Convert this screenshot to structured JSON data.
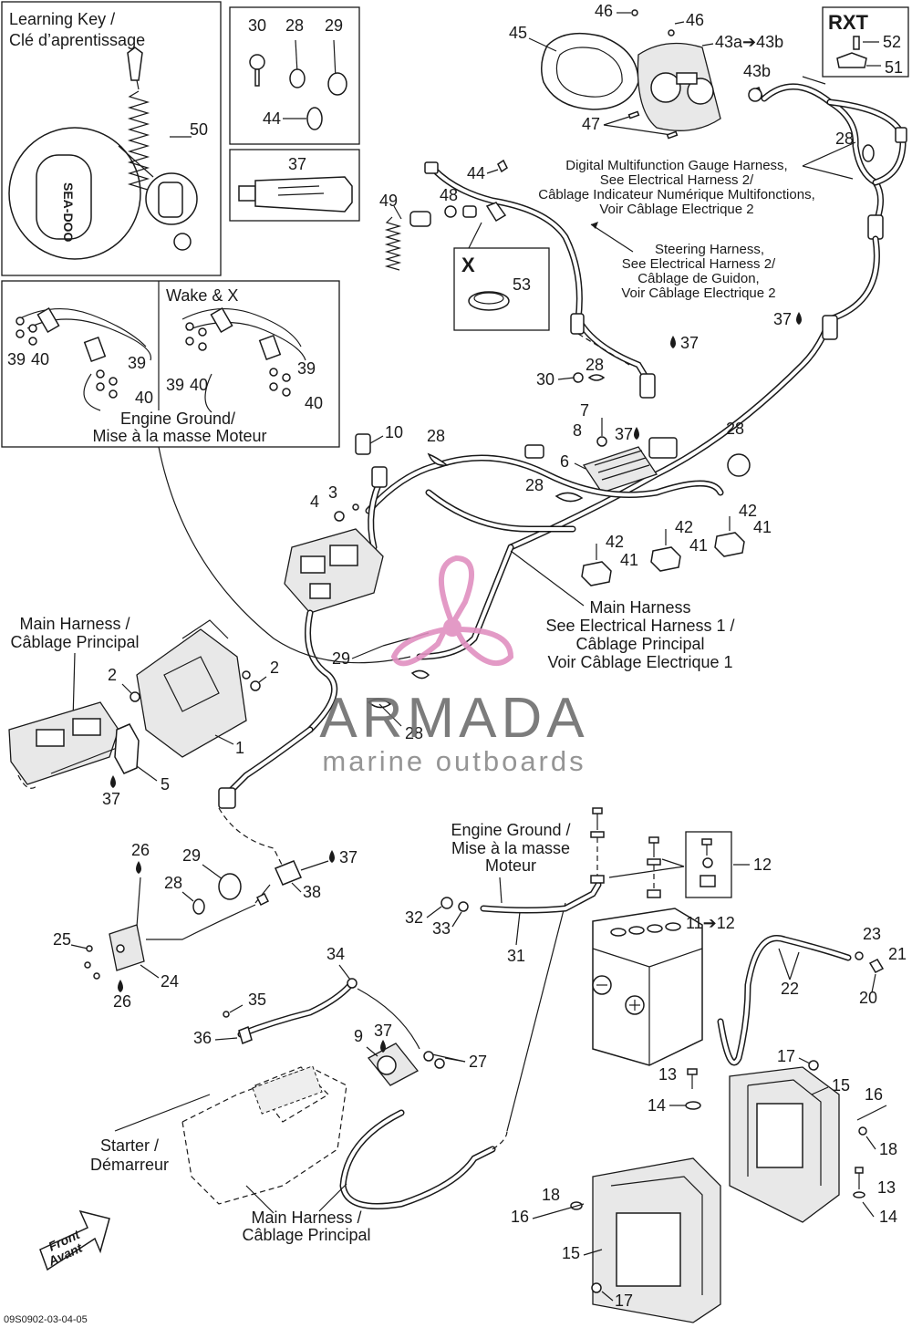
{
  "boxes": {
    "learning_key": {
      "title_en": "Learning Key /",
      "title_fr": "Clé d’aprentissage",
      "callout": "50"
    },
    "hardware": {
      "callouts": [
        "30",
        "28",
        "29",
        "44"
      ]
    },
    "sealant": {
      "callout": "37"
    },
    "ground": {
      "left_callouts": [
        "39",
        "40",
        "39",
        "40"
      ],
      "wake_title": "Wake & X",
      "right_callouts": [
        "39",
        "40",
        "39",
        "40"
      ],
      "caption_en": "Engine Ground/",
      "caption_fr": "Mise à la masse Moteur"
    },
    "x_box": {
      "title": "X",
      "callout": "53"
    },
    "rxt_box": {
      "title": "RXT",
      "callouts": [
        "52",
        "51"
      ]
    }
  },
  "labels": {
    "gauge_harness": [
      "Digital Multifunction Gauge Harness,",
      "See Electrical Harness 2/",
      "Câblage Indicateur Numérique Multifonctions,",
      "Voir Câblage Electrique 2"
    ],
    "steering_harness": [
      "Steering Harness,",
      "See Electrical Harness 2/",
      "Câblage de Guidon,",
      "Voir Câblage Electrique 2"
    ],
    "main_harness_right": [
      "Main Harness",
      "See Electrical Harness 1 /",
      "Câblage Principal",
      "Voir Câblage Electrique 1"
    ],
    "main_harness_left": [
      "Main Harness /",
      "Câblage Principal"
    ],
    "engine_ground": [
      "Engine Ground /",
      "Mise à la masse",
      "Moteur"
    ],
    "starter": [
      "Starter /",
      "Démarreur"
    ],
    "main_harness_bottom": [
      "Main Harness /",
      "Câblage Principal"
    ],
    "front": [
      "Front",
      "Avant"
    ],
    "figure_code": "09S0902-03-04-05"
  },
  "callouts": {
    "c45": "45",
    "c46a": "46",
    "c46b": "46",
    "c43": "43a➔43b",
    "c43b": "43b",
    "c47": "47",
    "c28_gauge": "28",
    "c37_gauge": "37",
    "c44": "44",
    "c49": "49",
    "c48": "48",
    "c37_steer": "37",
    "c30": "30",
    "c28_a": "28",
    "c7": "7",
    "c8": "8",
    "c37_c": "37",
    "c6": "6",
    "c28_b": "28",
    "c28_c": "28",
    "c10": "10",
    "c28_d": "28",
    "c4": "4",
    "c3": "3",
    "c42_a": "42",
    "c41_a": "41",
    "c42_b": "42",
    "c41_b": "41",
    "c42_c": "42",
    "c41_c": "41",
    "c29": "29",
    "c2_a": "2",
    "c2_b": "2",
    "c1": "1",
    "c5": "5",
    "c37_d": "37",
    "c28_e": "28",
    "c26_a": "26",
    "c29_b": "29",
    "c28_f": "28",
    "c37_e": "37",
    "c38": "38",
    "c25": "25",
    "c24": "24",
    "c26_b": "26",
    "c34": "34",
    "c35": "35",
    "c36": "36",
    "c9": "9",
    "c37_f": "37",
    "c27": "27",
    "c32": "32",
    "c33": "33",
    "c31": "31",
    "c12": "12",
    "c11": "11➔12",
    "c23": "23",
    "c21": "21",
    "c20": "20",
    "c22": "22",
    "c13_a": "13",
    "c14_a": "14",
    "c17_a": "17",
    "c15_a": "15",
    "c16_a": "16",
    "c18_a": "18",
    "c13_b": "13",
    "c14_b": "14",
    "c18_b": "18",
    "c16_b": "16",
    "c15_b": "15",
    "c17_b": "17"
  },
  "watermark": {
    "brand": "ARMADA",
    "tagline": "marine outboards"
  },
  "colors": {
    "ink": "#1a1a1a",
    "watermark_pink": "#e090c0",
    "watermark_gray": "#6e6e6e"
  }
}
